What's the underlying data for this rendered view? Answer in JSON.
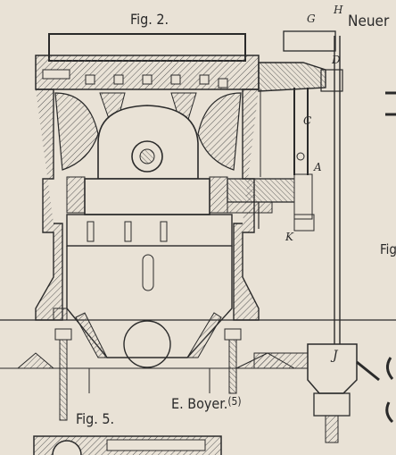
{
  "figure": {
    "fig2_caption": "Fig. 2.",
    "fig5_caption": "Fig. 5.",
    "fig_partial": "Fig",
    "title_partial": "Neuer",
    "author": "E. Boyer.",
    "author_number": "(5)"
  },
  "part_labels": [
    "G",
    "H",
    "D",
    "C",
    "A",
    "K",
    "J"
  ],
  "colors": {
    "paper": "#e9e2d6",
    "ink": "#2a2a2a",
    "hatch": "#555555"
  }
}
